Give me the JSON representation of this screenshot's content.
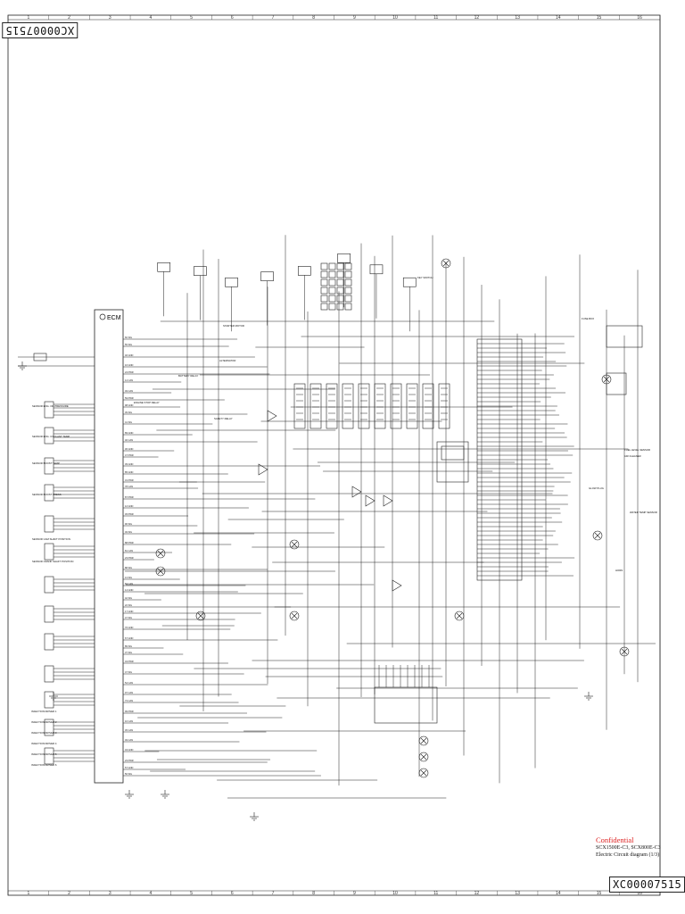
{
  "document": {
    "drawing_number": "XC00007515",
    "confidential_label": "Confidential",
    "model_line": "SCX1500E-C3, SCX800E-C3",
    "title": "Electric Circuit diagram (1/3)",
    "ecm_label": "ECM"
  },
  "grid_columns": [
    "1",
    "2",
    "3",
    "4",
    "5",
    "6",
    "7",
    "8",
    "9",
    "10",
    "11",
    "12",
    "13",
    "14",
    "15",
    "16"
  ],
  "blocks": [
    {
      "label": "SENSOR ENG. OIL PRESSURE"
    },
    {
      "label": "SENSOR ENG. COOLANT TEMP"
    },
    {
      "label": "SENSOR BOOST TEMP"
    },
    {
      "label": "SENSOR BOOST PRESS"
    },
    {
      "label": "SENSOR CAM SHAFT POSITION"
    },
    {
      "label": "SENSOR CRANK SHAFT POSITION"
    },
    {
      "label": "INJECTION DRIVER 1"
    },
    {
      "label": "INJECTION DRIVER 2"
    },
    {
      "label": "INJECTION DRIVER 3"
    },
    {
      "label": "INJECTION DRIVER 4"
    },
    {
      "label": "INJECTION DRIVER 5"
    },
    {
      "label": "INJECTION DRIVER 6"
    },
    {
      "label": "STARTER MOTOR"
    },
    {
      "label": "ALTERNATOR"
    },
    {
      "label": "BATTERY RELAY"
    },
    {
      "label": "ENGINE STOP RELAY"
    },
    {
      "label": "FUEL LEVEL SENSOR"
    },
    {
      "label": "AIR CLEANER"
    },
    {
      "label": "WATER TEMP SENSOR"
    },
    {
      "label": "HORN"
    },
    {
      "label": "GLOW PLUG"
    },
    {
      "label": "SAFETY RELAY"
    },
    {
      "label": "KEY SWITCH"
    },
    {
      "label": "FUSE BOX"
    }
  ]
}
